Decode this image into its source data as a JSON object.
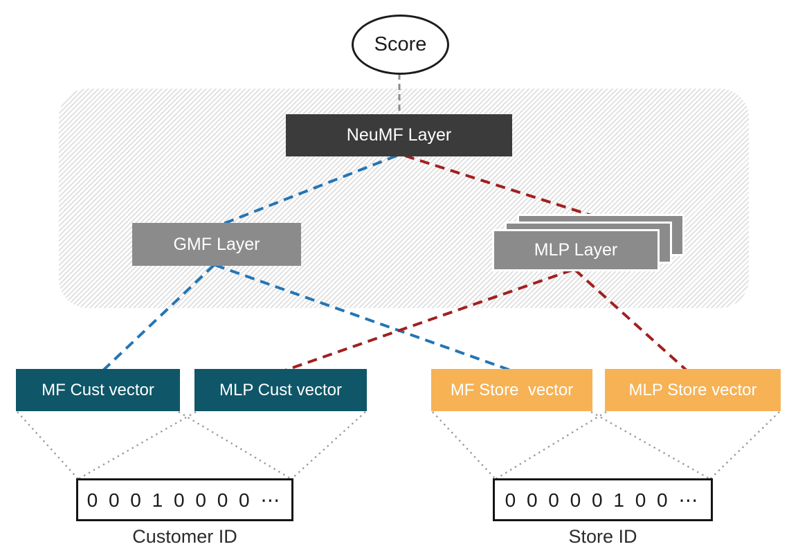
{
  "diagram": {
    "type": "architecture-diagram",
    "subject": "NeuMF neural collaborative filtering model",
    "nodes": {
      "score": {
        "label": "Score"
      },
      "neumf": {
        "label": "NeuMF Layer"
      },
      "gmf": {
        "label": "GMF Layer"
      },
      "mlp": {
        "label": "MLP Layer",
        "stacked_sheets": 3
      },
      "mf_cust": {
        "label": "MF Cust vector"
      },
      "mlp_cust": {
        "label": "MLP Cust vector"
      },
      "mf_store": {
        "label": "MF Store  vector"
      },
      "mlp_store": {
        "label": "MLP Store vector"
      },
      "customer_id": {
        "digits": "0 0 0 1 0 0 0 0 ⋯",
        "label": "Customer ID"
      },
      "store_id": {
        "digits": "0 0 0 0 0 1 0 0 ⋯",
        "label": "Store ID"
      }
    },
    "colors": {
      "neumf_bg": "#3b3b3b",
      "layer_gray": "#8b8b8b",
      "teal": "#0f5668",
      "orange": "#f6b254",
      "edge_blue": "#2475b4",
      "edge_red": "#a02020",
      "edge_gray": "#8c8c8c",
      "fan_gray": "#9a9a9a",
      "hatch_line": "#d9d9d9"
    },
    "edges": [
      {
        "from": "score",
        "to": "neumf",
        "style": "dashed",
        "color_key": "edge_gray"
      },
      {
        "from": "neumf",
        "to": "gmf",
        "style": "dashed",
        "color_key": "edge_blue"
      },
      {
        "from": "neumf",
        "to": "mlp",
        "style": "dashed",
        "color_key": "edge_red"
      },
      {
        "from": "gmf",
        "to": "mf_cust",
        "style": "dashed",
        "color_key": "edge_blue"
      },
      {
        "from": "gmf",
        "to": "mf_store",
        "style": "dashed",
        "color_key": "edge_blue"
      },
      {
        "from": "mlp",
        "to": "mlp_cust",
        "style": "dashed",
        "color_key": "edge_red"
      },
      {
        "from": "mlp",
        "to": "mlp_store",
        "style": "dashed",
        "color_key": "edge_red"
      },
      {
        "from": "mf_cust",
        "to": "customer_id",
        "style": "dotted",
        "color_key": "fan_gray"
      },
      {
        "from": "mlp_cust",
        "to": "customer_id",
        "style": "dotted",
        "color_key": "fan_gray"
      },
      {
        "from": "mf_store",
        "to": "store_id",
        "style": "dotted",
        "color_key": "fan_gray"
      },
      {
        "from": "mlp_store",
        "to": "store_id",
        "style": "dotted",
        "color_key": "fan_gray"
      }
    ]
  }
}
